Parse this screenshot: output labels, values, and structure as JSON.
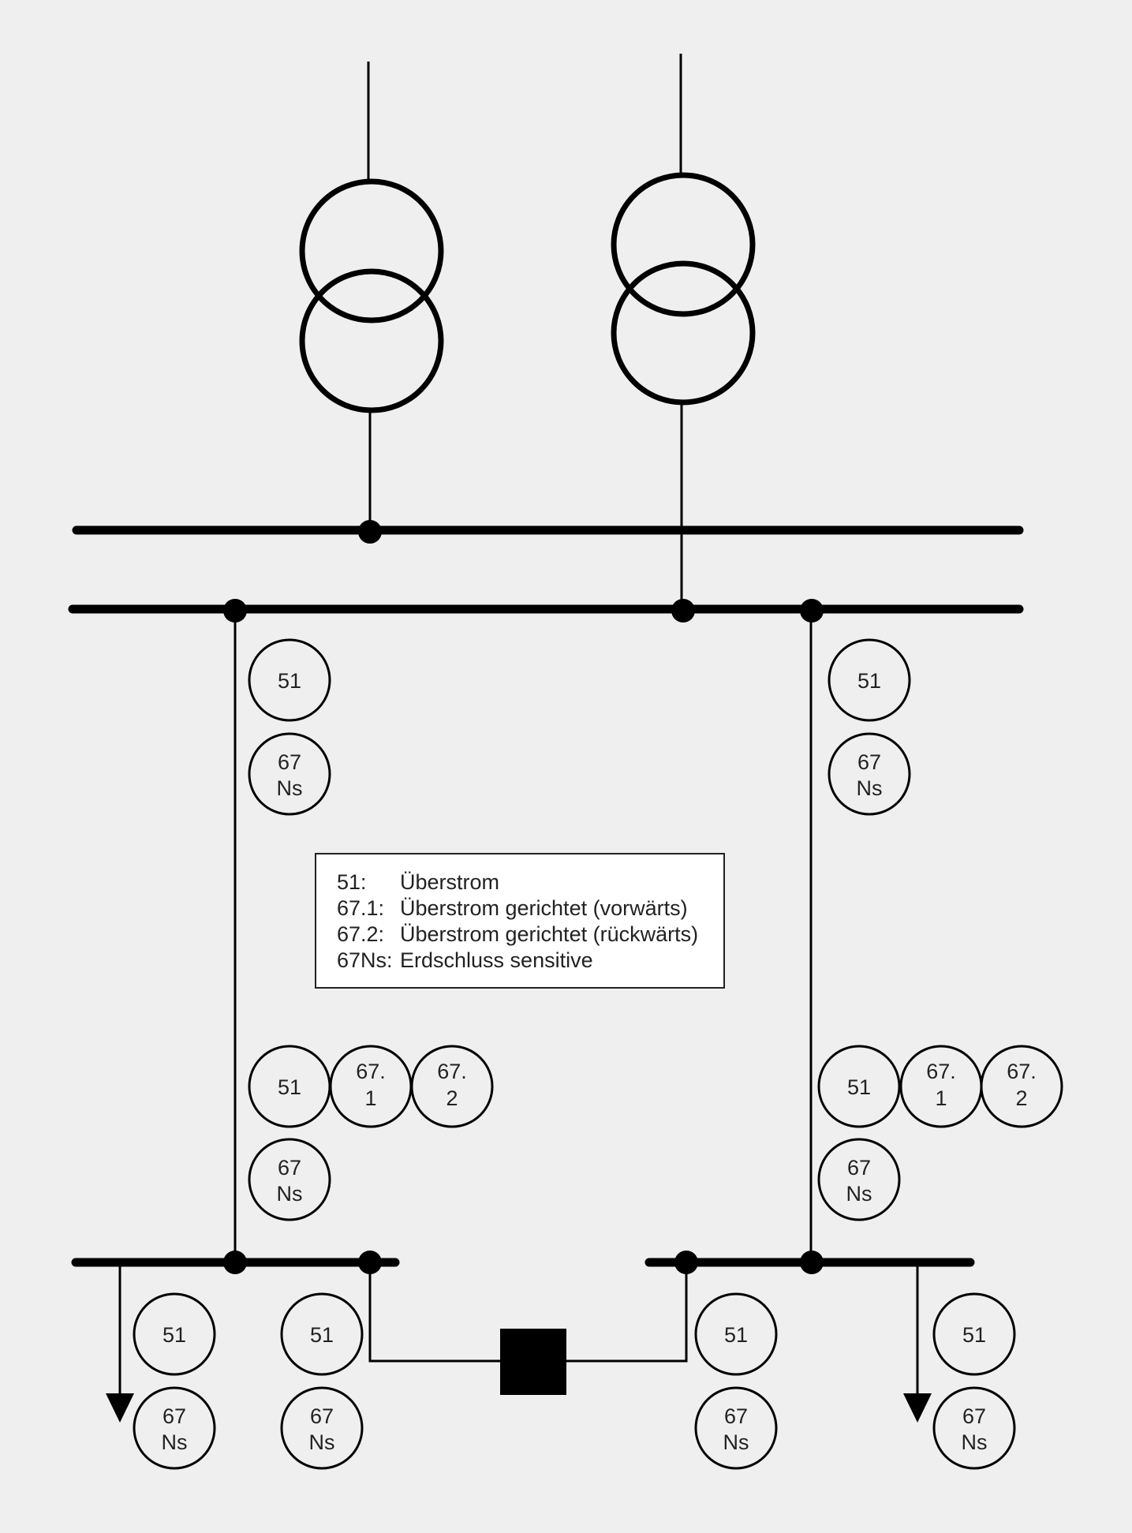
{
  "relay_texts": {
    "r51": "51",
    "r67": "67",
    "rNs": "Ns",
    "r67dot": "67.",
    "r1": "1",
    "r2": "2"
  },
  "legend": [
    {
      "code": "51:",
      "desc": "Überstrom"
    },
    {
      "code": "67.1:",
      "desc": "Überstrom gerichtet (vorwärts)"
    },
    {
      "code": "67.2:",
      "desc": "Überstrom gerichtet (rückwärts)"
    },
    {
      "code": "67Ns:",
      "desc": "Erdschluss sensitive"
    }
  ]
}
